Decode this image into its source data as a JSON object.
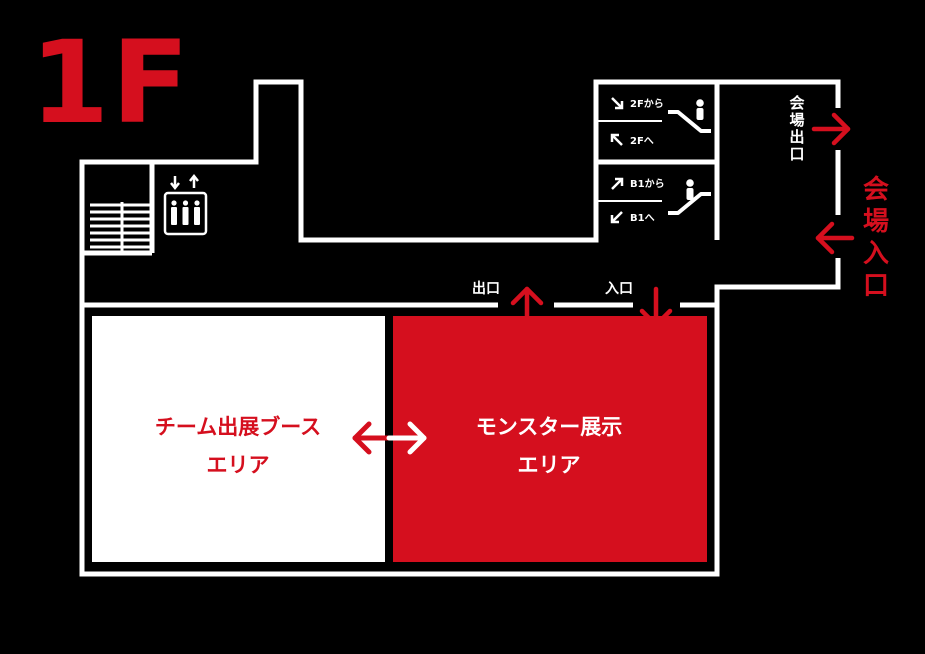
{
  "floor": {
    "label": "1F"
  },
  "colors": {
    "background": "#000000",
    "wall": "#ffffff",
    "accent": "#d50f1e",
    "text_light": "#ffffff"
  },
  "escalators": {
    "upper": {
      "from_label": "2Fから",
      "to_label": "2Fへ",
      "icon": "escalator-icon"
    },
    "lower": {
      "from_label": "B1から",
      "to_label": "B1へ",
      "icon": "escalator-icon"
    }
  },
  "venue_exit": {
    "line1": "会",
    "line2": "場",
    "line3": "出",
    "line4": "口"
  },
  "venue_entrance": {
    "line1": "会",
    "line2": "場",
    "line3": "入",
    "line4": "口"
  },
  "hall_exit_label": "出口",
  "hall_entrance_label": "入口",
  "areas": {
    "team_booth": {
      "line1": "チーム出展ブース",
      "line2": "エリア"
    },
    "monster_exhibit": {
      "line1": "モンスター展示",
      "line2": "エリア"
    }
  },
  "icons": {
    "stairs": "stairs-icon",
    "elevator": "elevator-icon"
  }
}
